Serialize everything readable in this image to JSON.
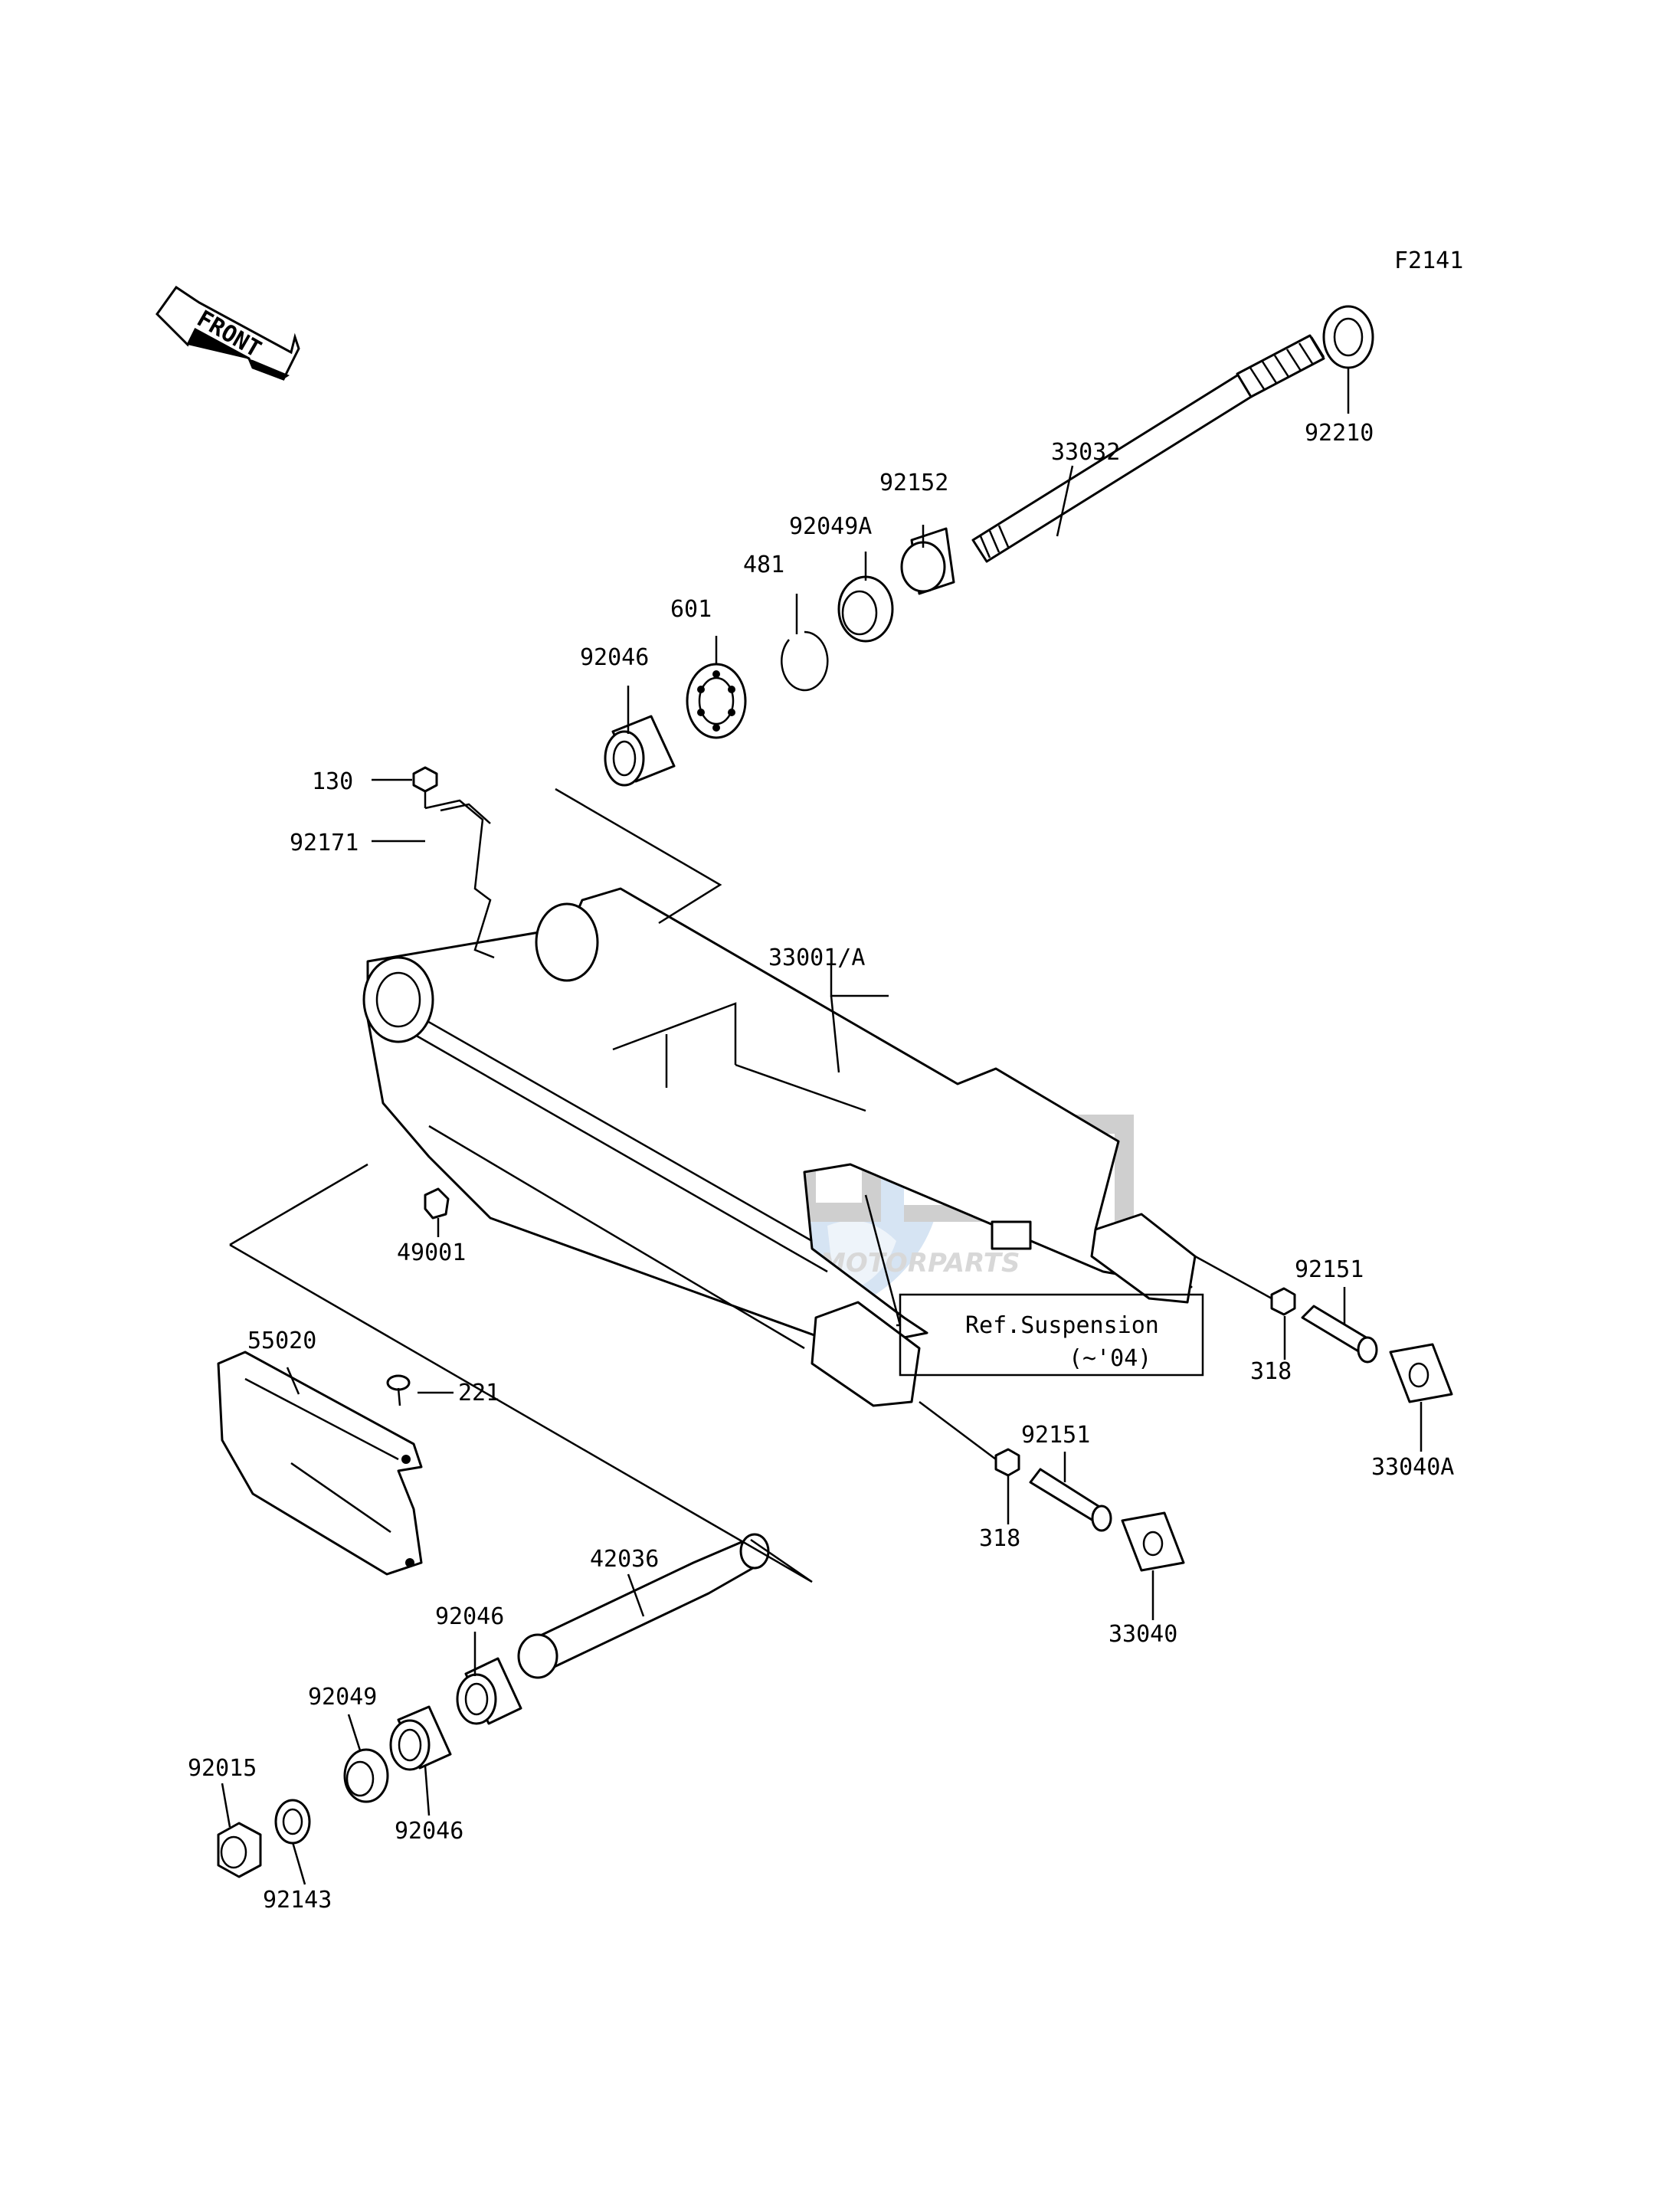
{
  "diagram": {
    "code": "F2141",
    "front_badge": "FRONT",
    "ref_note": {
      "line1": "Ref.Suspension",
      "line2": "(~'04)"
    },
    "watermark": {
      "brand": "osm",
      "subtitle": "MOTORPARTS"
    },
    "part_labels": {
      "p33032": "33032",
      "p92210": "92210",
      "p92152": "92152",
      "p92049A": "92049A",
      "p481": "481",
      "p601": "601",
      "p92046_top": "92046",
      "p130": "130",
      "p92171": "92171",
      "p33001A": "33001/A",
      "p49001": "49001",
      "p92151_right": "92151",
      "p318_right": "318",
      "p33040A": "33040A",
      "p55020": "55020",
      "p221": "221",
      "p92151_mid": "92151",
      "p318_mid": "318",
      "p33040": "33040",
      "p42036": "42036",
      "p92046_mid": "92046",
      "p92049": "92049",
      "p92046_low": "92046",
      "p92015": "92015",
      "p92143": "92143"
    }
  }
}
